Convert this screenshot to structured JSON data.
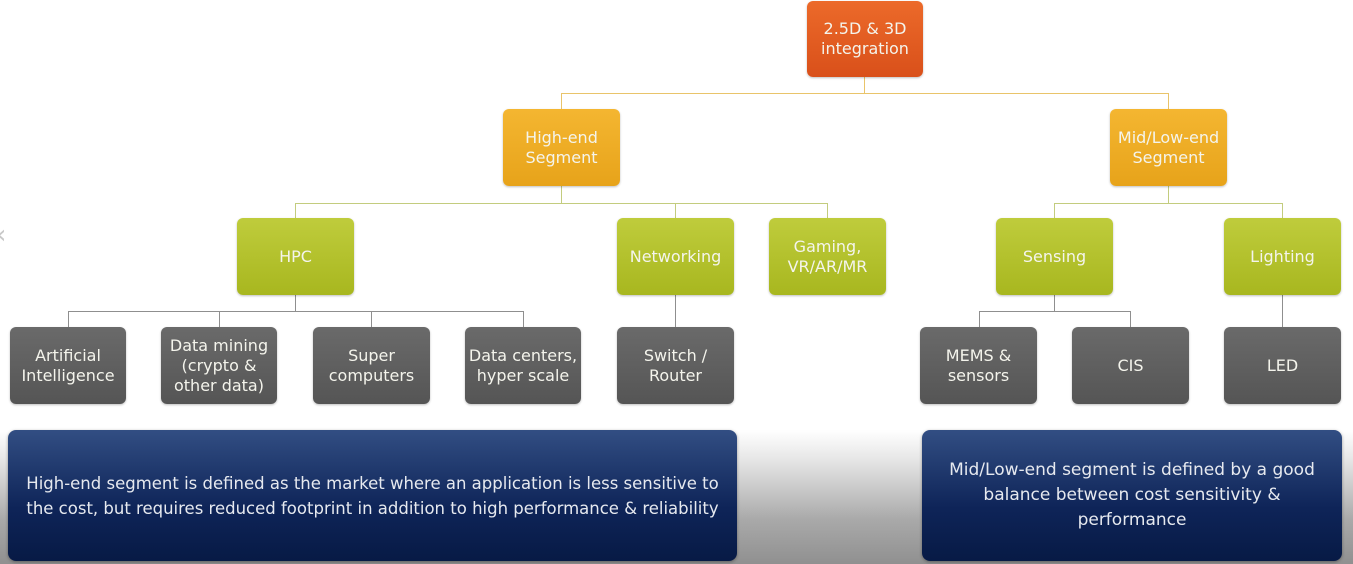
{
  "diagram": {
    "title": "2.5D & 3D\nintegration",
    "segments": [
      {
        "label": "High-end\nSegment",
        "categories": [
          {
            "label": "HPC",
            "applications": [
              "Artificial\nIntelligence",
              "Data mining\n(crypto &\nother data)",
              "Super\ncomputers",
              "Data centers,\nhyper scale"
            ]
          },
          {
            "label": "Networking",
            "applications": [
              "Switch /\nRouter"
            ]
          },
          {
            "label": "Gaming,\nVR/AR/MR",
            "applications": []
          }
        ],
        "definition": "High-end segment is defined as the market where an application is less sensitive to\nthe cost, but requires reduced footprint in addition to high performance & reliability"
      },
      {
        "label": "Mid/Low-end\nSegment",
        "categories": [
          {
            "label": "Sensing",
            "applications": [
              "MEMS &\nsensors",
              "CIS"
            ]
          },
          {
            "label": "Lighting",
            "applications": [
              "LED"
            ]
          }
        ],
        "definition": "Mid/Low-end segment is defined by a good\nbalance between cost sensitivity & performance"
      }
    ]
  },
  "navigation": {
    "prev_icon": "chevron-left-icon",
    "prev_glyph": "‹"
  },
  "colors": {
    "root": "#e15c20",
    "segment": "#eeac24",
    "category": "#b4c22c",
    "application": "#606060",
    "definition": "#0e2458"
  }
}
